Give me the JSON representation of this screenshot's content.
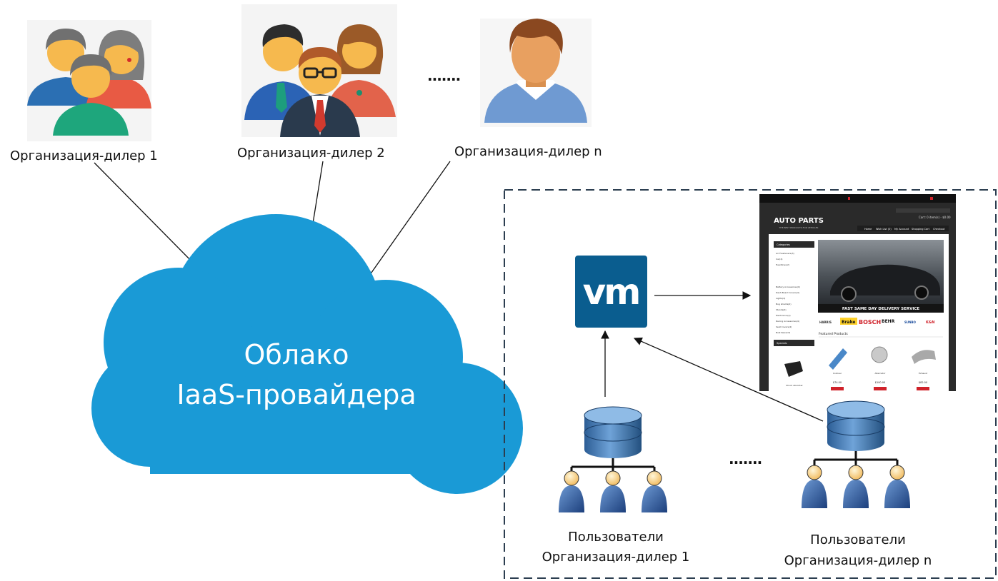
{
  "groups": {
    "dealer1_label": "Организация-дилер 1",
    "dealer2_label": "Организация-дилер  2",
    "dealerN_label": "Организация-дилер n",
    "ellipsis_top": ".......",
    "ellipsis_bottom": "......."
  },
  "cloud": {
    "line1": "Облако",
    "line2": "IaaS-провайдера",
    "color": "#1a9ad6"
  },
  "vm": {
    "label": "vm",
    "color": "#0a5d8f"
  },
  "users": {
    "group1_line1": "Пользователи",
    "group1_line2": "Организация-дилер 1",
    "groupN_line1": "Пользователи",
    "groupN_line2": "Организация-дилер  n"
  },
  "website": {
    "logo": "AUTO PARTS",
    "tagline": "THE BEST PRODUCTS FOR VEHICLES",
    "cart": "Cart: 0 item(s) - $0.00",
    "nav": [
      "Home",
      "Wish List (0)",
      "My Account",
      "Shopping Cart",
      "Checkout"
    ],
    "categories_title": "Categories",
    "categories": [
      "Air Fresheners(3)",
      "Car(4)",
      "Headlines(2)",
      "Battery Accessories(4)",
      "Dash Board Covers(4)",
      "Lights(4)",
      "Bug shields(4)",
      "Stands(4)",
      "Electronics(4)",
      "Racing Accessories(4)",
      "Seat Covers(4)",
      "Bulk Rewards"
    ],
    "banner_text": "FAST SAME DAY DELIVERY SERVICE",
    "brands": [
      "HARRIS",
      "Brake",
      "BOSCH",
      "BEHR",
      "SUNBO",
      "K&N"
    ],
    "featured_title": "Featured Products",
    "specials_title": "Specials",
    "products": [
      {
        "name": "Shock Absorber",
        "price": ""
      },
      {
        "name": "Coilover",
        "price": "$74.00"
      },
      {
        "name": "Alternator",
        "price": "$100.00"
      },
      {
        "name": "Exhaust",
        "price": "$82.00"
      }
    ]
  }
}
